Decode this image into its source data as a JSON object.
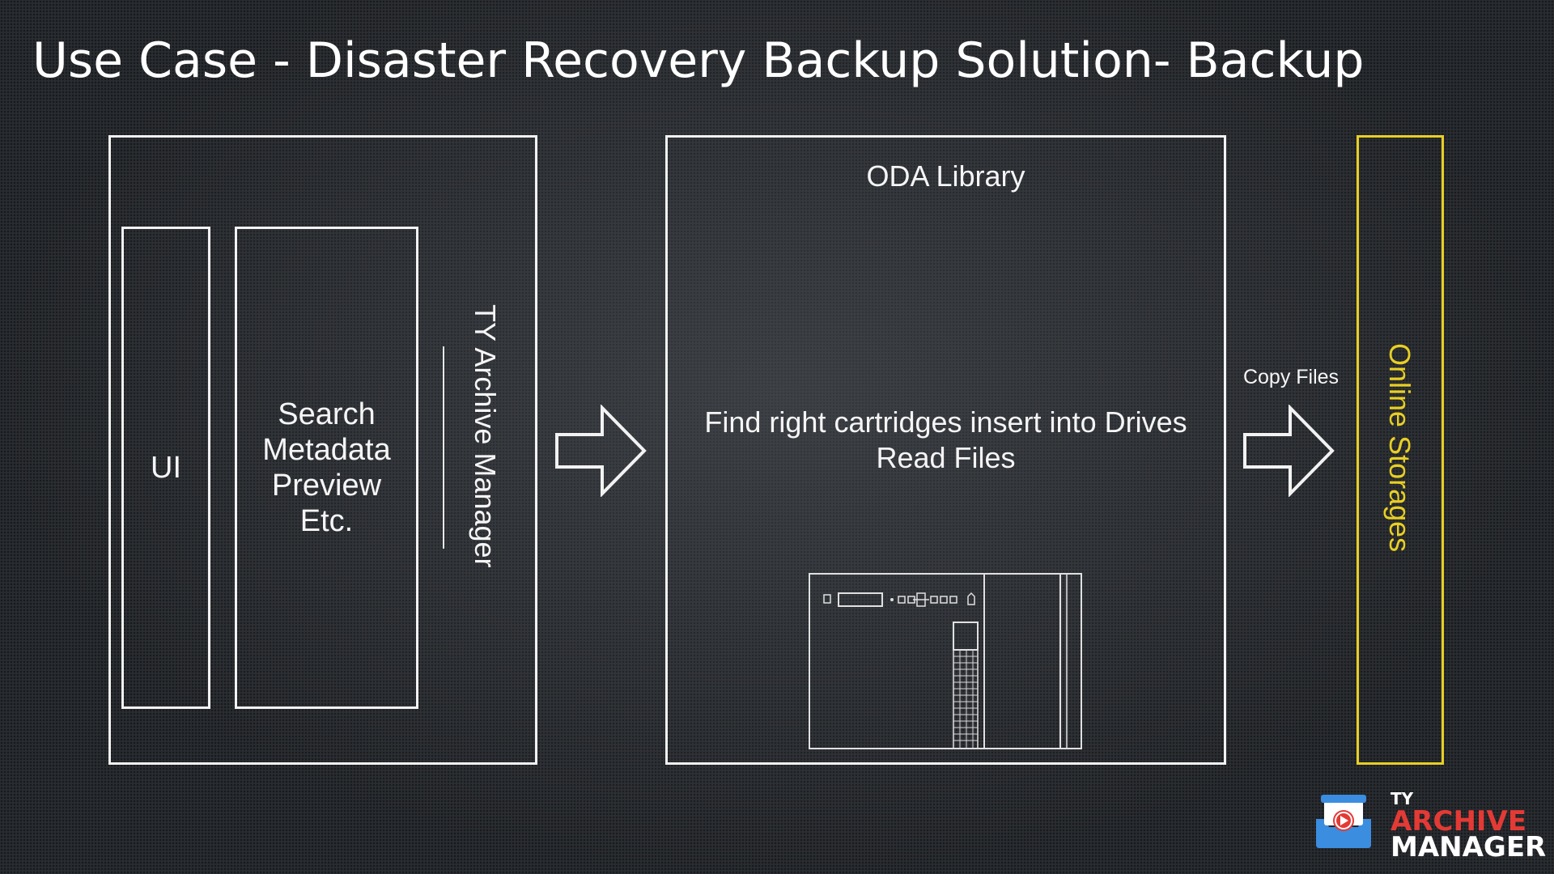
{
  "title": "Use Case - Disaster Recovery Backup Solution- Backup",
  "left_panel": {
    "ui_label": "UI",
    "features": [
      "Search",
      "Metadata",
      "Preview",
      "Etc."
    ],
    "product_label": "TY Archive Manager"
  },
  "middle_panel": {
    "title": "ODA Library",
    "description_line1": "Find right cartridges insert into Drives",
    "description_line2": "Read Files",
    "device_icon": "oda-library-device-icon"
  },
  "copy_label": "Copy Files",
  "right_panel": {
    "label": "Online Storages",
    "border_color": "#e8cf24"
  },
  "logo": {
    "ty": "TY",
    "archive": "ARCHIVE",
    "manager": "MANAGER",
    "icon": "archive-manager-logo-icon",
    "accent_color": "#e33a35"
  }
}
